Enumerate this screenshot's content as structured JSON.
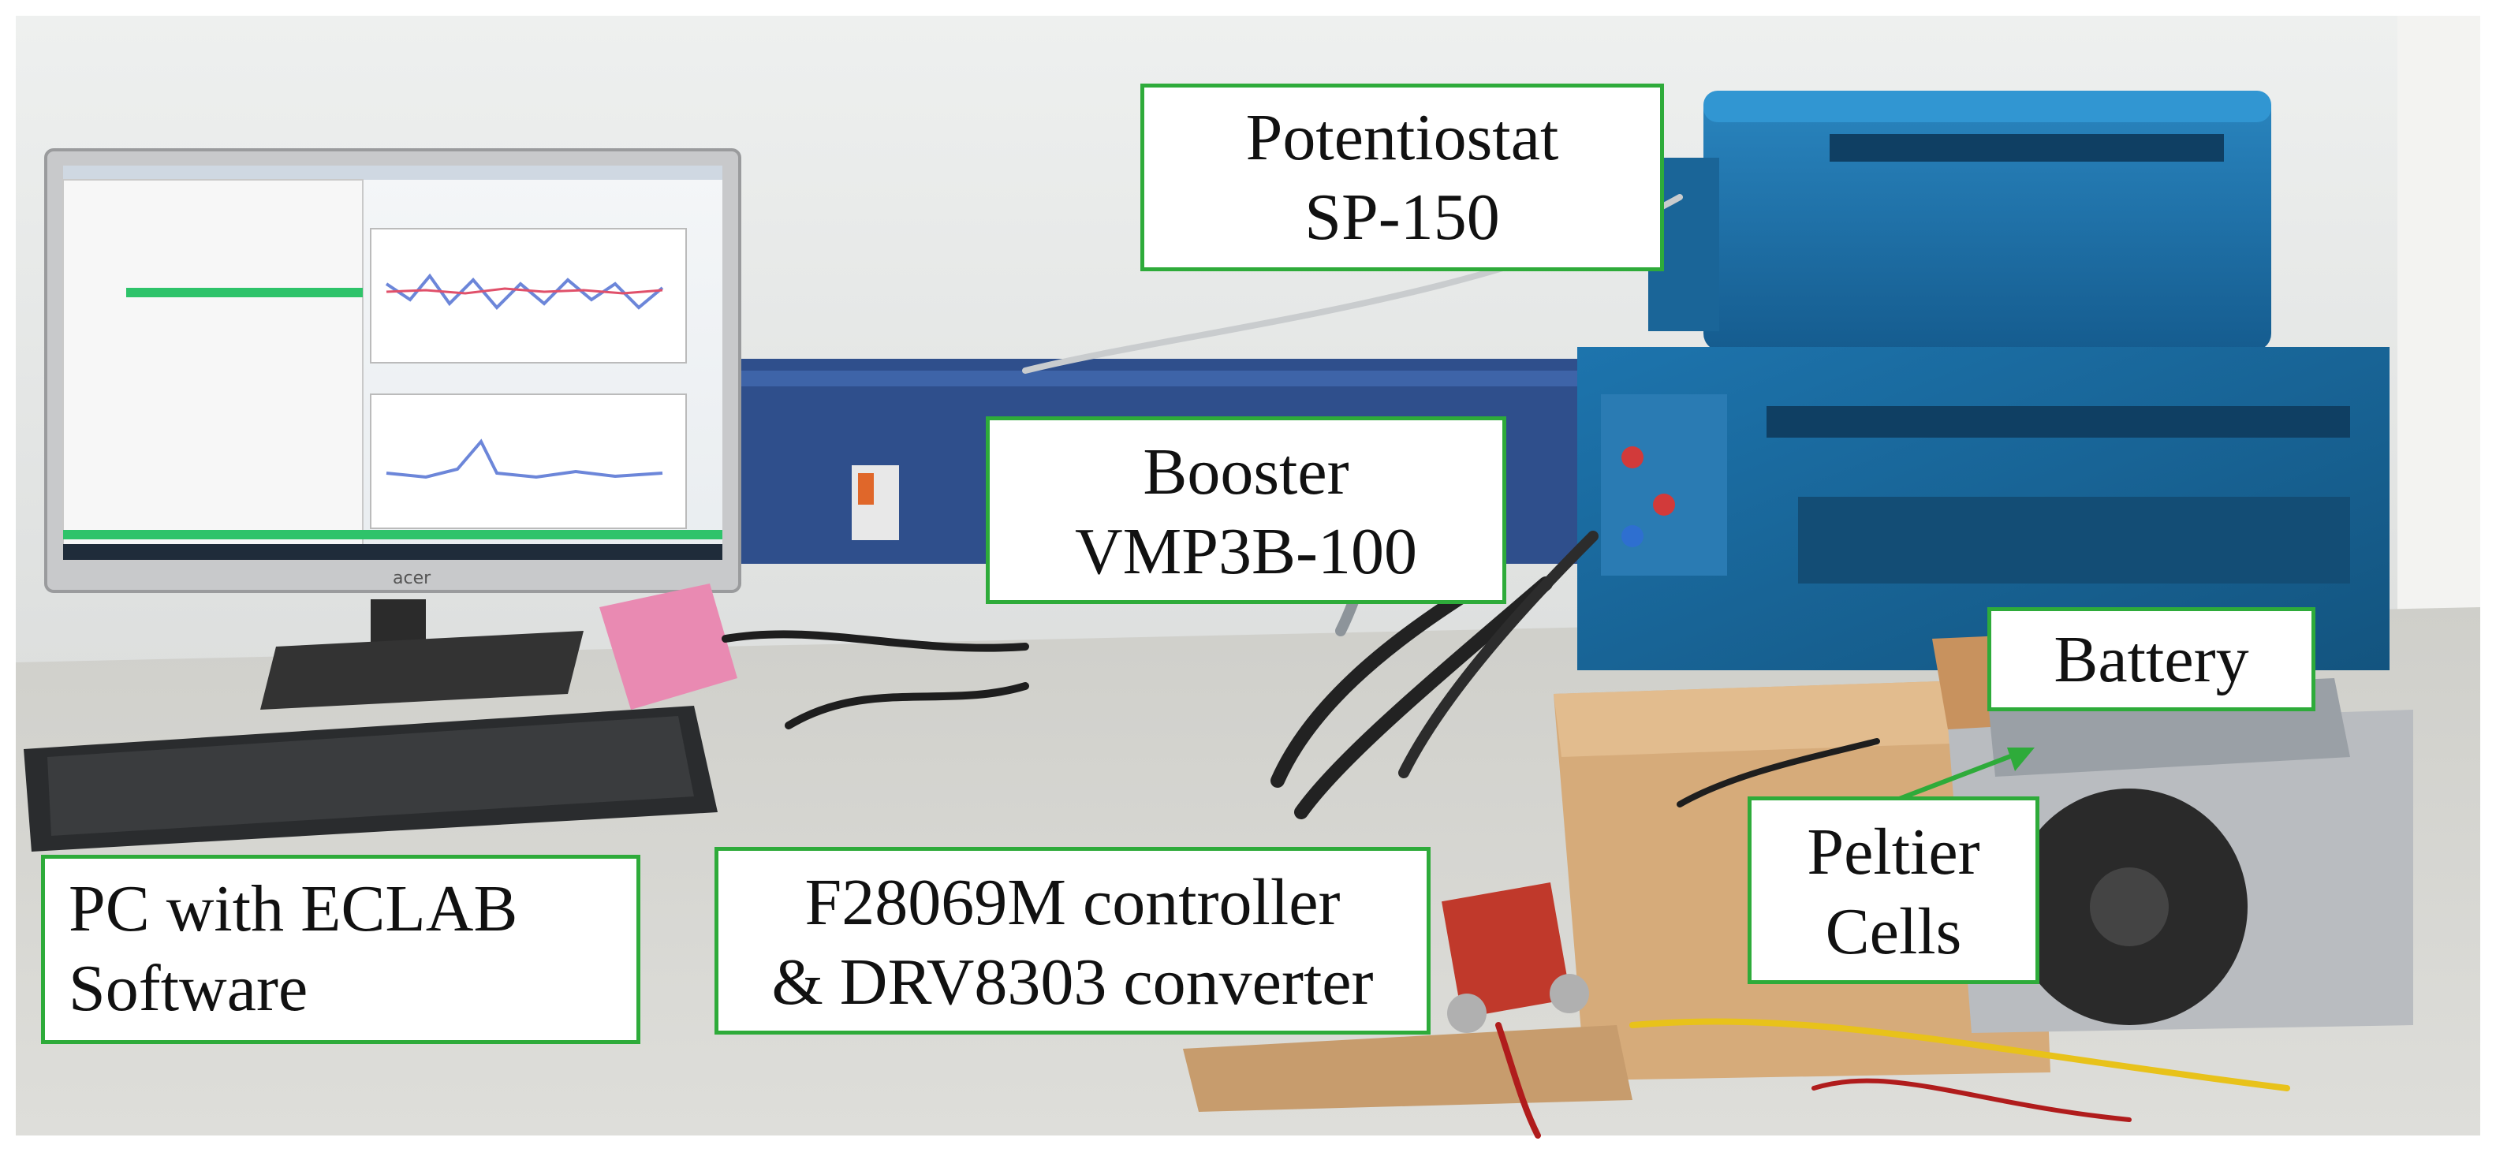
{
  "labels": {
    "potentiostat": {
      "line1": "Potentiostat",
      "line2": "SP-150"
    },
    "booster": {
      "line1": "Booster",
      "line2": "VMP3B-100"
    },
    "battery": {
      "line1": "Battery"
    },
    "peltier": {
      "line1": "Peltier",
      "line2": "Cells"
    },
    "pc": {
      "line1": "PC with ECLAB",
      "line2": "Software"
    },
    "controller": {
      "line1": "F28069M controller",
      "line2": "& DRV8303 converter"
    }
  },
  "monitor": {
    "brand": "acer"
  },
  "colors": {
    "callout_border": "#2eab3a",
    "arrow": "#2eab3a",
    "instrument_blue": "#1c6fa6",
    "desk": "#d9d9d4",
    "wall": "#e7e9e8"
  }
}
